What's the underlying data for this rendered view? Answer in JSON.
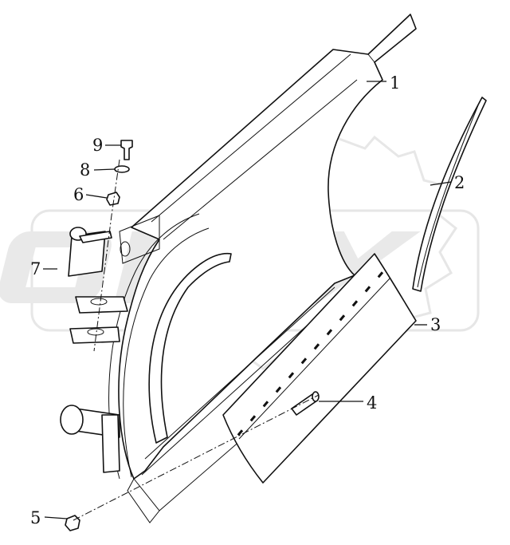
{
  "watermark": {
    "text": "OPEX"
  },
  "callouts": [
    {
      "id": "1",
      "label": "1"
    },
    {
      "id": "2",
      "label": "2"
    },
    {
      "id": "3",
      "label": "3"
    },
    {
      "id": "4",
      "label": "4"
    },
    {
      "id": "5",
      "label": "5"
    },
    {
      "id": "6",
      "label": "6"
    },
    {
      "id": "7",
      "label": "7"
    },
    {
      "id": "8",
      "label": "8"
    },
    {
      "id": "9",
      "label": "9"
    }
  ]
}
